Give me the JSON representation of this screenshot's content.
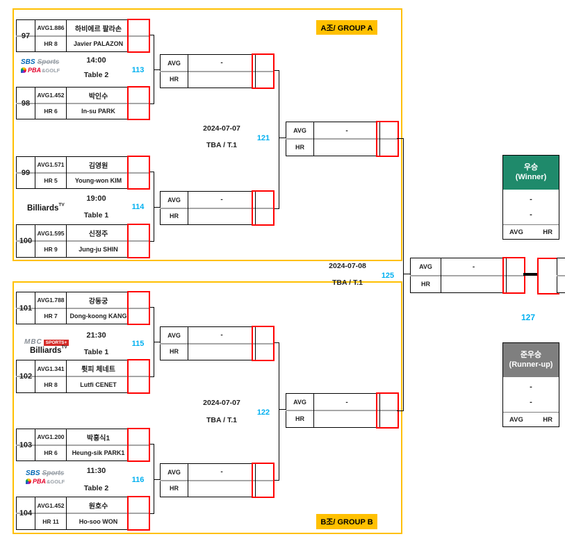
{
  "colors": {
    "group_accent": "#FFC000",
    "match_number": "#00B0F0",
    "slot_highlight": "#FF0000",
    "winner_header": "#1F8A6B",
    "runner_up_header": "#7F7F7F"
  },
  "groups": [
    {
      "label": "A조/ GROUP A",
      "players": [
        {
          "seed": "97",
          "avg": "AVG1.886",
          "hr": "HR 8",
          "name_kr": "하비에르 팔라손",
          "name_en": "Javier PALAZON"
        },
        {
          "seed": "98",
          "avg": "AVG1.452",
          "hr": "HR 6",
          "name_kr": "박인수",
          "name_en": "In-su PARK"
        },
        {
          "seed": "99",
          "avg": "AVG1.571",
          "hr": "HR 5",
          "name_kr": "김영원",
          "name_en": "Young-won KIM"
        },
        {
          "seed": "100",
          "avg": "AVG1.595",
          "hr": "HR 9",
          "name_kr": "신정주",
          "name_en": "Jung-ju SHIN"
        }
      ],
      "matches": [
        {
          "no": "113",
          "time": "14:00",
          "table": "Table 2",
          "broadcasters": [
            "SBS Sports",
            "PBA & GOLF"
          ],
          "result": {
            "avg_label": "AVG",
            "hr_label": "HR",
            "avg": "-",
            "hr": ""
          }
        },
        {
          "no": "114",
          "time": "19:00",
          "table": "Table 1",
          "broadcasters": [
            "Billiards TV"
          ],
          "result": {
            "avg_label": "AVG",
            "hr_label": "HR",
            "avg": "-",
            "hr": ""
          }
        }
      ],
      "semifinal": {
        "no": "121",
        "date": "2024-07-07",
        "venue": "TBA / T.1",
        "avg_label": "AVG",
        "hr_label": "HR",
        "avg": "-",
        "hr": ""
      }
    },
    {
      "label": "B조/ GROUP B",
      "players": [
        {
          "seed": "101",
          "avg": "AVG1.788",
          "hr": "HR 7",
          "name_kr": "강동궁",
          "name_en": "Dong-koong KANG"
        },
        {
          "seed": "102",
          "avg": "AVG1.341",
          "hr": "HR 8",
          "name_kr": "륏피 체네트",
          "name_en": "Lutfi CENET"
        },
        {
          "seed": "103",
          "avg": "AVG1.200",
          "hr": "HR 6",
          "name_kr": "박홍식1",
          "name_en": "Heung-sik PARK1"
        },
        {
          "seed": "104",
          "avg": "AVG1.452",
          "hr": "HR 11",
          "name_kr": "원호수",
          "name_en": "Ho-soo WON"
        }
      ],
      "matches": [
        {
          "no": "115",
          "time": "21:30",
          "table": "Table 1",
          "broadcasters": [
            "MBC SPORTS+",
            "Billiards TV"
          ],
          "result": {
            "avg_label": "AVG",
            "hr_label": "HR",
            "avg": "-",
            "hr": ""
          }
        },
        {
          "no": "116",
          "time": "11:30",
          "table": "Table 2",
          "broadcasters": [
            "SBS Sports",
            "PBA & GOLF"
          ],
          "result": {
            "avg_label": "AVG",
            "hr_label": "HR",
            "avg": "-",
            "hr": ""
          }
        }
      ],
      "semifinal": {
        "no": "122",
        "date": "2024-07-07",
        "venue": "TBA / T.1",
        "avg_label": "AVG",
        "hr_label": "HR",
        "avg": "-",
        "hr": ""
      }
    }
  ],
  "final": {
    "no": "125",
    "date": "2024-07-08",
    "venue": "TBA / T.1",
    "avg_label": "AVG",
    "hr_label": "HR",
    "avg": "-",
    "hr": ""
  },
  "grand_final": {
    "no": "127"
  },
  "winner": {
    "title_kr": "우승",
    "title_en": "(Winner)",
    "dash1": "-",
    "dash2": "-",
    "avg_label": "AVG",
    "hr_label": "HR"
  },
  "runner_up": {
    "title_kr": "준우승",
    "title_en": "(Runner-up)",
    "dash1": "-",
    "dash2": "-",
    "avg_label": "AVG",
    "hr_label": "HR"
  },
  "logos": {
    "sbs": {
      "name": "SBS",
      "sub": "Sports",
      "pba": "PBA",
      "golf": "&GOLF"
    },
    "mbc": {
      "name": "MBC",
      "sub": "SPORTS+"
    },
    "billiards": {
      "name": "Billiards",
      "sup": "TV"
    }
  }
}
